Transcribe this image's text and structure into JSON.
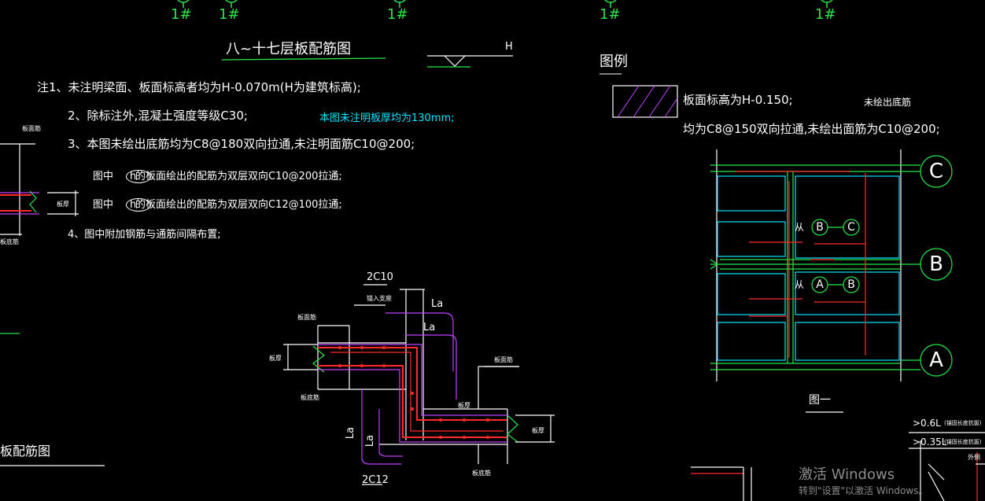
{
  "axis_markers": [
    "1#",
    "1#",
    "1#",
    "1#",
    "1#"
  ],
  "title": "八~十七层板配筋图",
  "elevation_symbol": "H",
  "notes": {
    "n1": "注1、未注明梁面、板面标高者均为H-0.070m(H为建筑标高);",
    "n2": "2、除标注外,混凝土强度等级C30;",
    "n3": "3、本图未绘出底筋均为C8@180双向拉通,未注明面筋C10@200;",
    "n3a_prefix": "图中",
    "n3a_circle": "h",
    "n3a_text": "的板面绘出的配筋为双层双向C10@200拉通;",
    "n3b_prefix": "图中",
    "n3b_circle": "h",
    "n3b_text": "的板面绘出的配筋为双层双向C12@100拉通;",
    "n4": "4、图中附加钢筋与通筋间隔布置;",
    "slab_thickness": "本图未注明板厚均为130mm;"
  },
  "legend": {
    "title": "图例",
    "line1": "板面标高为H-0.150;",
    "line1_right": "未绘出底筋",
    "line2": "均为C8@150双向拉通,未绘出面筋为C10@200;"
  },
  "plan": {
    "axes": [
      "C",
      "B",
      "A"
    ],
    "span_label_1": {
      "prefix": "从",
      "from": "B",
      "to": "C"
    },
    "span_label_2": {
      "prefix": "从",
      "from": "A",
      "to": "B"
    },
    "caption": "图一"
  },
  "detail": {
    "top_bar": "2C10",
    "bottom_bar": "2C12",
    "la1": "La",
    "la2": "La",
    "la3": "La",
    "la4": "La",
    "lbl_top": "锚入支座",
    "lbl_slab_top": "板面筋",
    "lbl_slab_top2": "板面筋",
    "lbl_slab_bottom": "板底筋",
    "lbl_slab_bottom2": "板底筋",
    "lbl_thick": "板厚",
    "lbl_thick2": "板厚",
    "lbl_beam": "板厚"
  },
  "left_fragment": {
    "lbl1": "板面筋",
    "lbl2": "板底筋",
    "lbl3": "板厚",
    "bottom_title": "板配筋图"
  },
  "bottom_right": {
    "l1": ">0.6L",
    "l1_note": "(锚固长度抗拔)",
    "l2": ">0.35L",
    "l2_note": "(锚固长度抗拔)",
    "l3": "外侧"
  },
  "watermark": {
    "line1": "激活 Windows",
    "line2": "转到\"设置\"以激活 Windows。"
  },
  "colors": {
    "background": "#000000",
    "green": "#27e64a",
    "cyan": "#00e5ff",
    "red": "#ff2a2a",
    "magenta": "#c040ff",
    "white": "#ffffff"
  }
}
